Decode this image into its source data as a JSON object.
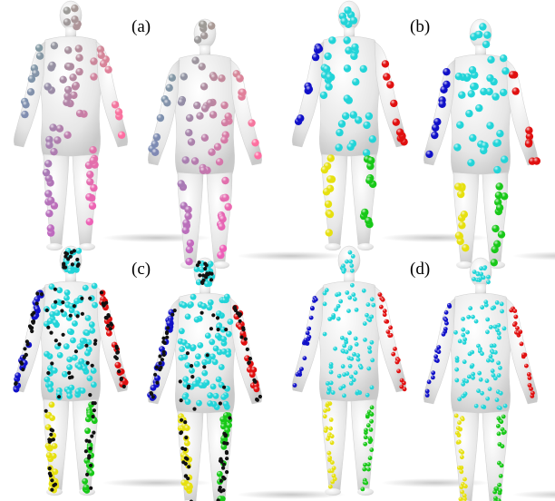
{
  "panels": [
    {
      "id": "a",
      "label": "(a)",
      "style": "gradient",
      "subject": "sparse"
    },
    {
      "id": "b",
      "label": "(b)",
      "style": "segment",
      "subject": "sparse"
    },
    {
      "id": "c",
      "label": "(c)",
      "style": "segment-black",
      "subject": "dense"
    },
    {
      "id": "d",
      "label": "(d)",
      "style": "segment",
      "subject": "dense-small"
    }
  ],
  "colors": {
    "torso": "#22d4d8",
    "left_arm": "#1010c8",
    "right_arm": "#e01010",
    "left_leg": "#e6e010",
    "right_leg": "#18c818",
    "extra_points": "#111111",
    "body_surface": "#ececec"
  }
}
